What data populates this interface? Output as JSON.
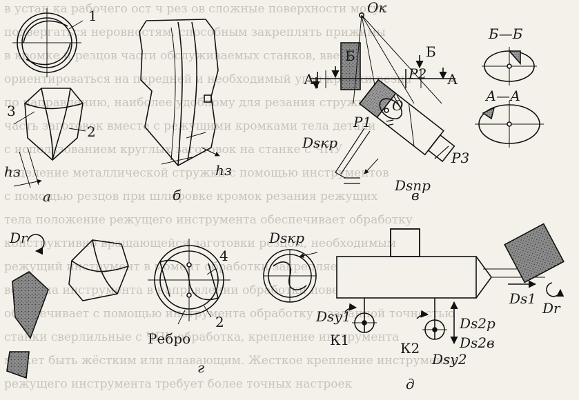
{
  "labels": {
    "n1": "1",
    "n2": "2",
    "n3": "3",
    "n4": "4",
    "hz": "hз",
    "a": "а",
    "b": "б",
    "v": "в",
    "g": "г",
    "d": "д",
    "ok": "Oк",
    "o": "O",
    "p1": "P1",
    "p2": "P2",
    "p3": "P3",
    "bb_mark": "Б",
    "aa_mark": "А",
    "section_bb": "Б—Б",
    "section_aa": "А—А",
    "ds_kr": "Dsкр",
    "ds_pr": "Dsпр",
    "dr": "Dr",
    "rebro": "Ребро",
    "ds1": "Ds1",
    "ds2r": "Ds2р",
    "ds2v": "Ds2в",
    "dsy1": "Dsу1",
    "dsy2": "Dsу2",
    "k1": "К1",
    "k2": "К2"
  },
  "background_text": [
    "в устан ка рабочего ост ч   рез ов сложные поверхности могут",
    "подвергаться неровностям, способным закреплять прижимы",
    "в кромке и резцов части обслуживаемых станков, вверх",
    "ориентироваться на передней и необходимый угол кромки резца",
    "по направлению, наиболее удобному для резания стружки",
    "часть заготовок вместе с режущими кромками тела детали",
    "с использованием круглых заготовок на станке с ЧПУ",
    "отделение металлической стружки с помощью инструментов",
    "с помощью резцов при шлифовке кромок резания режущих",
    "тела положение режущего инструмента обеспечивает обработку",
    "конструктивно вращающейся заготовки резцом, необходимым",
    "режущий инструмент в момент обработки закрепляется на станке",
    "вершина инструмента в направлении обработки поверхности",
    "обеспечивает с помощью инструмента обработку с заданной точностью",
    "станки сверлильные с ЧПУ обработка, крепление инструмента",
    "может быть жёстким или плавающим. Жесткое крепление инструмента",
    "режущего инструмента требует более точных настроек"
  ]
}
